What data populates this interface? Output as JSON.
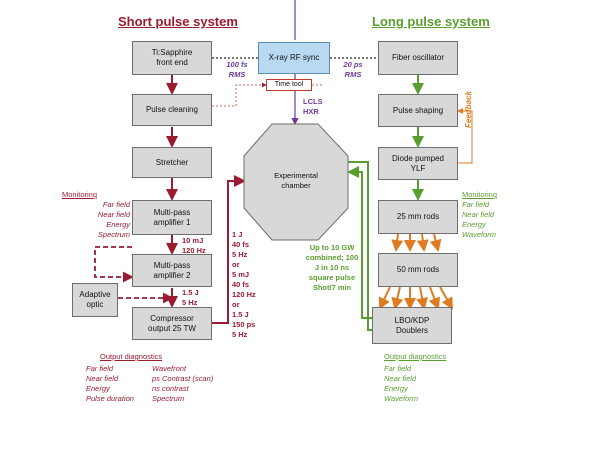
{
  "colors": {
    "short": "#9b1b30",
    "long": "#5a9e2f",
    "purple": "#6d3a9c",
    "orange": "#e07b22",
    "box": "#d8d8d8",
    "sync": "#b7d9f1"
  },
  "titles": {
    "short": "Short pulse system",
    "long": "Long pulse system"
  },
  "short": {
    "front_end": "Ti:Sapphire\nfront end",
    "cleaning": "Pulse cleaning",
    "stretcher": "Stretcher",
    "amp1": "Multi-pass\namplifier 1",
    "amp2": "Multi-pass\namplifier 2",
    "compressor": "Compressor\noutput 25 TW",
    "adaptive": "Adaptive\noptic",
    "monitoring_title": "Monitoring",
    "monitoring_items": "Far field\nNear field\nEnergy\nSpectrum",
    "amp1_out": "10 mJ\n120 Hz",
    "amp2_out": "1.5 J\n5 Hz",
    "outputs": "1 J\n40 fs\n5 Hz\nor\n5 mJ\n40 fs\n120 Hz\nor\n1.5 J\n150 ps\n5 Hz",
    "diag_title": "Output diagnostics",
    "diag_col1": "Far field\nNear field\nEnergy\nPulse duration",
    "diag_col2": "Wavefront\nps Contrast (scan)\nns contrast\nSpectrum"
  },
  "center": {
    "sync": "X-ray RF sync",
    "left_rms": "100 fs\nRMS",
    "right_rms": "20 ps\nRMS",
    "time_tool": "Time tool",
    "lcls": "LCLS\nHXR",
    "chamber": "Experimental\nchamber"
  },
  "long": {
    "fiber": "Fiber oscillator",
    "shaping": "Pulse shaping",
    "diode": "Diode pumped\nYLF",
    "rods25": "25 mm rods",
    "rods50": "50 mm rods",
    "doublers": "LBO/KDP\nDoublers",
    "feedback": "Feedback",
    "monitoring_title": "Monitoring",
    "monitoring_items": "Far field\nNear field\nEnergy\nWaveform",
    "output": "Up to 10 GW\ncombined; 100\nJ in 10 ns\nsquare pulse\nShot/7 min",
    "diag_title": "Output diagnostics",
    "diag_items": "Far field\nNear field\nEnergy\nWaveform"
  }
}
